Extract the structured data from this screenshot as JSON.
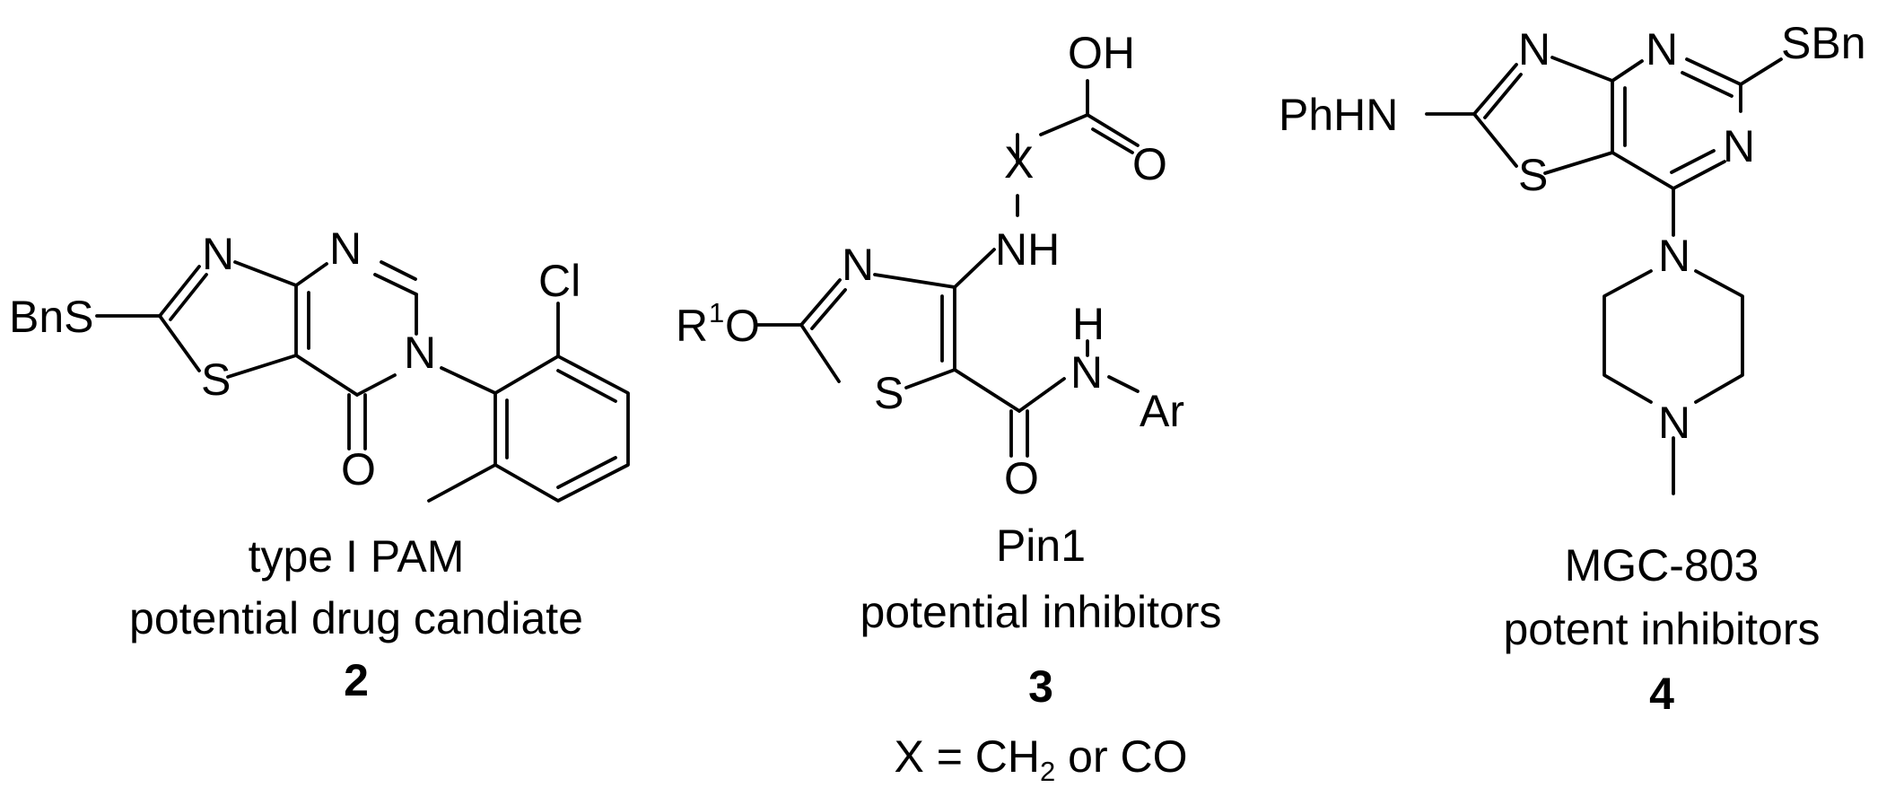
{
  "compounds": [
    {
      "number": "2",
      "caption_lines": [
        "type I PAM",
        "potential drug candiate"
      ],
      "atoms": {
        "s_sub": "BnS",
        "n1": "N",
        "n2": "N",
        "n3": "N",
        "s_ring": "S",
        "o": "O",
        "cl": "Cl"
      }
    },
    {
      "number": "3",
      "caption_lines": [
        "Pin1",
        "potential inhibitors"
      ],
      "note": {
        "prefix": "X = CH",
        "sub": "2",
        "suffix": " or CO"
      },
      "atoms": {
        "r": "R",
        "r_sup": "1",
        "o_ether": "O",
        "n_ring": "N",
        "s_ring": "S",
        "nh": "NH",
        "x": "X",
        "oh": "OH",
        "o_acid": "O",
        "h": "H",
        "n_amide": "N",
        "ar": "Ar",
        "o_amide": "O"
      }
    },
    {
      "number": "4",
      "caption_lines": [
        "MGC-803",
        "potent inhibitors"
      ],
      "atoms": {
        "phhn": "PhHN",
        "n_thz": "N",
        "s_ring": "S",
        "n_top": "N",
        "n_right": "N",
        "sbn": "SBn",
        "n_pip_top": "N",
        "n_pip_bot": "N"
      }
    }
  ]
}
